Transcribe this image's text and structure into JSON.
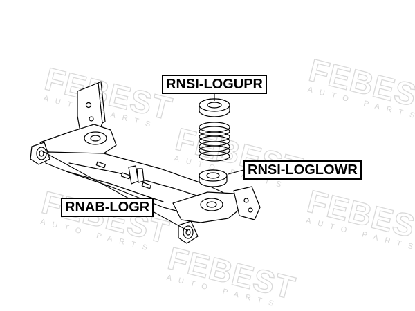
{
  "watermark": {
    "brand": "FEBEST",
    "sub": "AUTO PARTS"
  },
  "labels": {
    "upper_mount": "RNSI-LOGUPR",
    "lower_mount": "RNSI-LOGLOWR",
    "axle_bushing": "RNAB-LOGR"
  },
  "colors": {
    "line": "#000000",
    "label_border": "#000000",
    "watermark": "#d9d9d9"
  }
}
